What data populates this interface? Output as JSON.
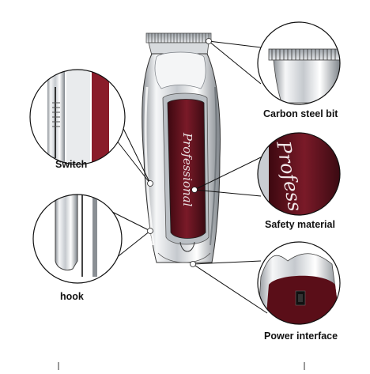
{
  "callouts": {
    "switch": "Switch",
    "hook": "hook",
    "carbon": "Carbon steel bit",
    "safety": "Safety material",
    "power": "Power interface"
  },
  "product": {
    "brand_script": "Professional",
    "brand_script_zoom": "Profess"
  },
  "colors": {
    "accent": "#6b1420",
    "chrome": "#c9cdd2",
    "outline": "#222222"
  }
}
